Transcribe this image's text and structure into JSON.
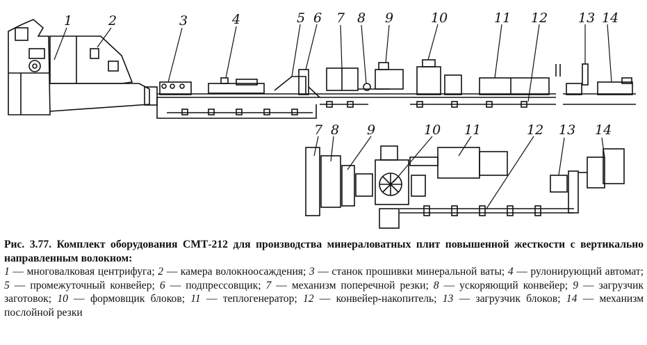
{
  "figure": {
    "side_view_numbers": [
      "1",
      "2",
      "3",
      "4",
      "5",
      "6",
      "7",
      "8",
      "9",
      "10",
      "11",
      "12",
      "13",
      "14"
    ],
    "plan_view_numbers": [
      "7",
      "8",
      "9",
      "10",
      "11",
      "12",
      "13",
      "14"
    ]
  },
  "caption": {
    "title": "Рис. 3.77. Комплект оборудования СМТ-212 для производства минераловатных плит повышенной жесткости с вертикально направленным волокном:",
    "legend": [
      {
        "n": "1",
        "text": "многовалковая центрифуга;"
      },
      {
        "n": "2",
        "text": "камера волокноосаждения;"
      },
      {
        "n": "3",
        "text": "станок прошивки минеральной ваты;"
      },
      {
        "n": "4",
        "text": "рулонирующий автомат;"
      },
      {
        "n": "5",
        "text": "промежуточный конвейер;"
      },
      {
        "n": "6",
        "text": "подпрессовщик;"
      },
      {
        "n": "7",
        "text": "механизм поперечной резки;"
      },
      {
        "n": "8",
        "text": "ускоряющий конвейер;"
      },
      {
        "n": "9",
        "text": "загрузчик заготовок;"
      },
      {
        "n": "10",
        "text": "формовщик блоков;"
      },
      {
        "n": "11",
        "text": "теплогенератор;"
      },
      {
        "n": "12",
        "text": "конвейер-накопитель;"
      },
      {
        "n": "13",
        "text": "загрузчик блоков;"
      },
      {
        "n": "14",
        "text": "механизм послойной резки"
      }
    ],
    "dash": "—"
  }
}
